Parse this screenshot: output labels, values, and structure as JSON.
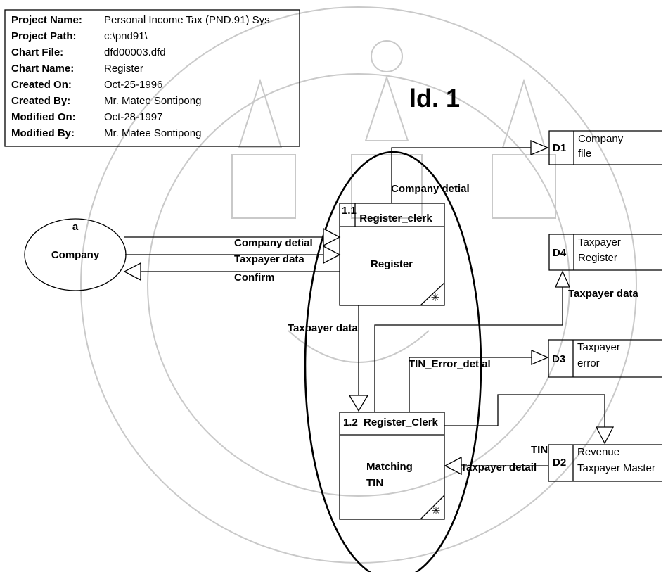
{
  "info": {
    "rows": [
      {
        "label": "Project Name:",
        "value": "Personal Income Tax (PND.91) Sys"
      },
      {
        "label": "Project Path:",
        "value": "c:\\pnd91\\"
      },
      {
        "label": "Chart File:",
        "value": "dfd00003.dfd"
      },
      {
        "label": "Chart Name:",
        "value": "Register"
      },
      {
        "label": "Created On:",
        "value": "Oct-25-1996"
      },
      {
        "label": "Created By:",
        "value": "Mr. Matee Sontipong"
      },
      {
        "label": "Modified On:",
        "value": "Oct-28-1997"
      },
      {
        "label": "Modified By:",
        "value": "Mr. Matee Sontipong"
      }
    ]
  },
  "figure_label": "ld. 1",
  "entity": {
    "id": "a",
    "name": "Company"
  },
  "processes": [
    {
      "id": "1.1",
      "actor": "Register_clerk",
      "name_lines": [
        "Register"
      ],
      "marker": "✳"
    },
    {
      "id": "1.2",
      "actor": "Register_Clerk",
      "name_lines": [
        "Matching",
        "TIN"
      ],
      "marker": "✳"
    }
  ],
  "stores": [
    {
      "id": "D1",
      "name_lines": [
        "Company",
        "file"
      ]
    },
    {
      "id": "D4",
      "name_lines": [
        "Taxpayer",
        "Register"
      ]
    },
    {
      "id": "D3",
      "name_lines": [
        "Taxpayer",
        "error"
      ]
    },
    {
      "id": "D2",
      "name_lines": [
        "Revenue",
        "Taxpayer Master"
      ]
    }
  ],
  "flows": {
    "company_detial_to_d1": "Company detial",
    "company_detial_in": "Company detial",
    "taxpayer_data_in": "Taxpayer data",
    "confirm_out": "Confirm",
    "taxpayer_data_to_d4": "Taxpayer data",
    "taxpayer_data_to_1_2": "Taxpayer data",
    "tin_error_detial": "TIN_Error_detial",
    "tin": "TIN",
    "taxpayer_detail": "Taxpayer detail"
  }
}
